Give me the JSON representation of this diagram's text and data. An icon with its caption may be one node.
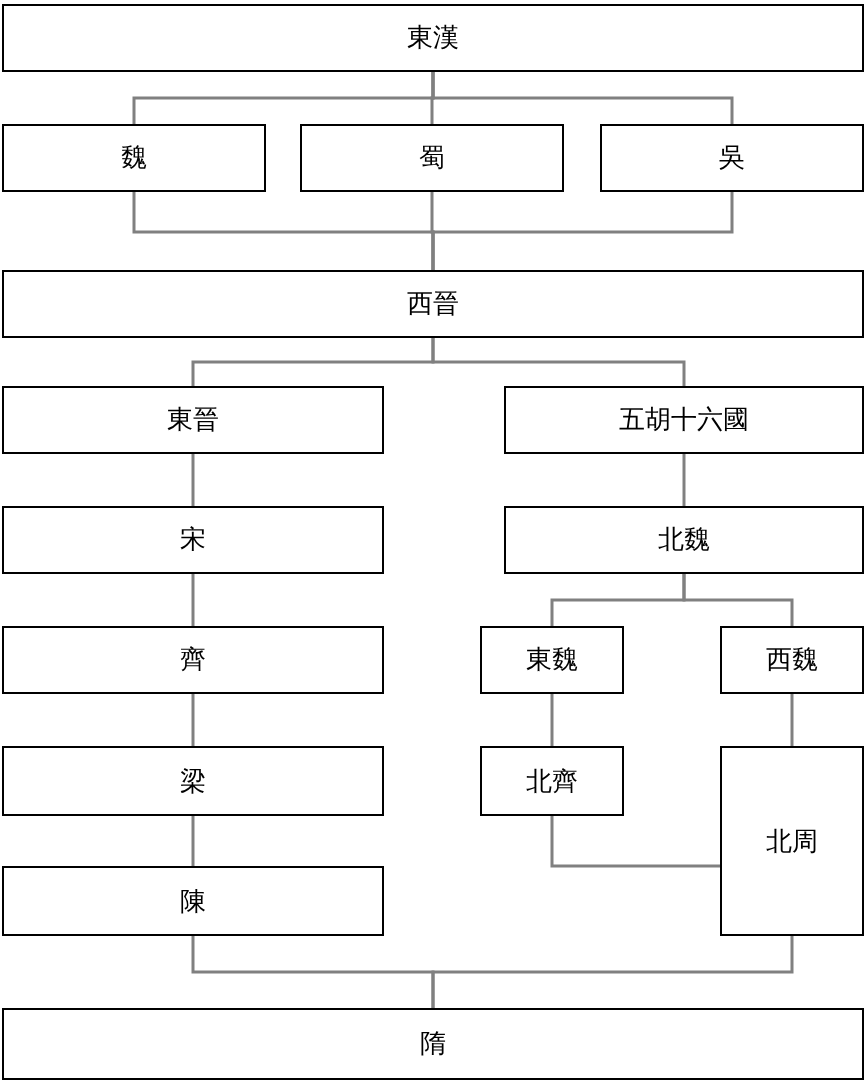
{
  "diagram": {
    "nodes": [
      {
        "text": [
          "東漢"
        ]
      },
      {
        "text": [
          "魏"
        ]
      },
      {
        "text": [
          "蜀"
        ]
      },
      {
        "text": [
          "吳"
        ]
      },
      {
        "text": [
          "西晉"
        ]
      },
      {
        "text": [
          "東晉"
        ]
      },
      {
        "text": [
          "五胡十六國"
        ]
      },
      {
        "text": [
          "宋"
        ]
      },
      {
        "text": [
          "北魏"
        ]
      },
      {
        "text": [
          "齊"
        ]
      },
      {
        "text": [
          "東魏"
        ]
      },
      {
        "text": [
          "西魏"
        ]
      },
      {
        "text": [
          "梁"
        ]
      },
      {
        "text": [
          "北齊"
        ]
      },
      {
        "text": [
          "北周"
        ]
      },
      {
        "text": [
          "陳"
        ]
      },
      {
        "text": [
          "隋"
        ]
      }
    ],
    "edges": [
      {
        "from": 0,
        "to": 1,
        "arrow": "none"
      },
      {
        "from": 0,
        "to": 2,
        "arrow": "none"
      },
      {
        "from": 0,
        "to": 3,
        "arrow": "none"
      },
      {
        "from": 1,
        "to": 4,
        "arrow": "none"
      },
      {
        "from": 2,
        "to": 4,
        "arrow": "none"
      },
      {
        "from": 3,
        "to": 4,
        "arrow": "none"
      },
      {
        "from": 4,
        "to": 5,
        "arrow": "none"
      },
      {
        "from": 4,
        "to": 6,
        "arrow": "none"
      },
      {
        "from": 5,
        "to": 7,
        "arrow": "none"
      },
      {
        "from": 6,
        "to": 8,
        "arrow": "none"
      },
      {
        "from": 7,
        "to": 9,
        "arrow": "none"
      },
      {
        "from": 8,
        "to": 10,
        "arrow": "none"
      },
      {
        "from": 8,
        "to": 11,
        "arrow": "none"
      },
      {
        "from": 9,
        "to": 12,
        "arrow": "none"
      },
      {
        "from": 10,
        "to": 13,
        "arrow": "none"
      },
      {
        "from": 11,
        "to": 14,
        "arrow": "none"
      },
      {
        "from": 13,
        "to": 14,
        "arrow": "none"
      },
      {
        "from": 12,
        "to": 15,
        "arrow": "none"
      },
      {
        "from": 15,
        "to": 16,
        "arrow": "none"
      },
      {
        "from": 14,
        "to": 16,
        "arrow": "none"
      }
    ]
  }
}
